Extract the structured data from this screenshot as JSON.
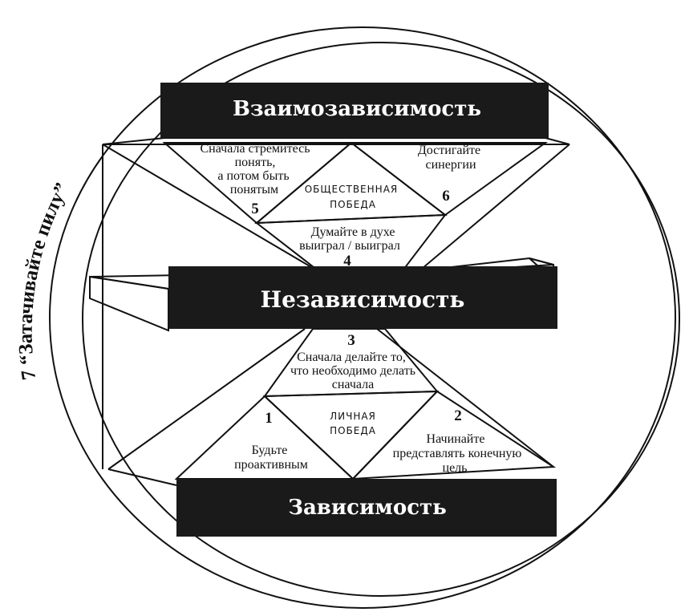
{
  "levels": {
    "top": "Взаимозависимость",
    "middle": "Независимость",
    "bottom": "Зависимость"
  },
  "victories": {
    "public": [
      "ОБЩЕСТВЕННАЯ",
      "ПОБЕДА"
    ],
    "private": [
      "ЛИЧНАЯ",
      "ПОБЕДА"
    ]
  },
  "habits": [
    {
      "number": "1",
      "lines": [
        "Будьте",
        "проактивным"
      ]
    },
    {
      "number": "2",
      "lines": [
        "Начинайте",
        "представлять конечную",
        "цель"
      ]
    },
    {
      "number": "3",
      "lines": [
        "Сначала делайте то,",
        "что необходимо делать",
        "сначала"
      ]
    },
    {
      "number": "4",
      "lines": [
        "Думайте в духе",
        "выиграл / выиграл"
      ]
    },
    {
      "number": "5",
      "lines": [
        "Сначала стремитесь",
        "понять,",
        "а потом быть",
        "понятым"
      ]
    },
    {
      "number": "6",
      "lines": [
        "Достигайте",
        "синергии"
      ]
    }
  ],
  "ring_label": "7 “Затачивайте пилу”",
  "colors": {
    "ink": "#111111",
    "bar_fill": "#1a1a1a",
    "bar_text": "#ffffff",
    "paper": "#ffffff"
  }
}
